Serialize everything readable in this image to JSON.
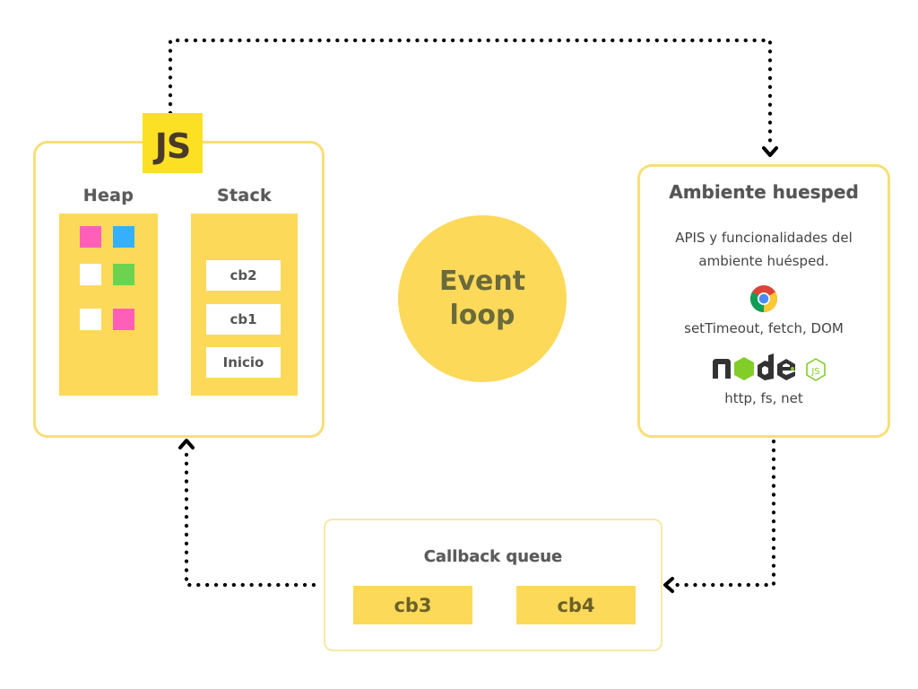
{
  "colors": {
    "panel_border": "#f7df78",
    "block_yellow": "#fdd95a",
    "js_logo_bg": "#fce024",
    "js_logo_text": "#4a3a2a",
    "arrow": "#000000"
  },
  "js_engine": {
    "logo_text": "JS",
    "heap": {
      "title": "Heap",
      "cells": [
        {
          "color": "#ff5fb9"
        },
        {
          "color": "#35b0ff"
        },
        {
          "color": "#ffffff"
        },
        {
          "color": "#6bd34f"
        },
        {
          "color": "#ffffff"
        },
        {
          "color": "#ff5fb9"
        }
      ]
    },
    "stack": {
      "title": "Stack",
      "frames": [
        "cb2",
        "cb1",
        "Inicio"
      ]
    }
  },
  "event_loop": {
    "line1": "Event",
    "line2": "loop"
  },
  "host_environment": {
    "title": "Ambiente huesped",
    "description_line1": "APIS y funcionalidades del",
    "description_line2": "ambiente huésped.",
    "browser_icon": "chrome-icon",
    "browser_apis": "setTimeout, fetch, DOM",
    "node_icon": "nodejs-logo",
    "node_apis": "http, fs, net"
  },
  "callback_queue": {
    "title": "Callback queue",
    "items": [
      "cb3",
      "cb4"
    ]
  },
  "flows": [
    {
      "from": "js_engine",
      "to": "host_environment",
      "style": "dotted",
      "direction": "right-down"
    },
    {
      "from": "host_environment",
      "to": "callback_queue",
      "style": "dotted",
      "direction": "down-left"
    },
    {
      "from": "callback_queue",
      "to": "js_engine",
      "style": "dotted",
      "direction": "left-up"
    }
  ]
}
